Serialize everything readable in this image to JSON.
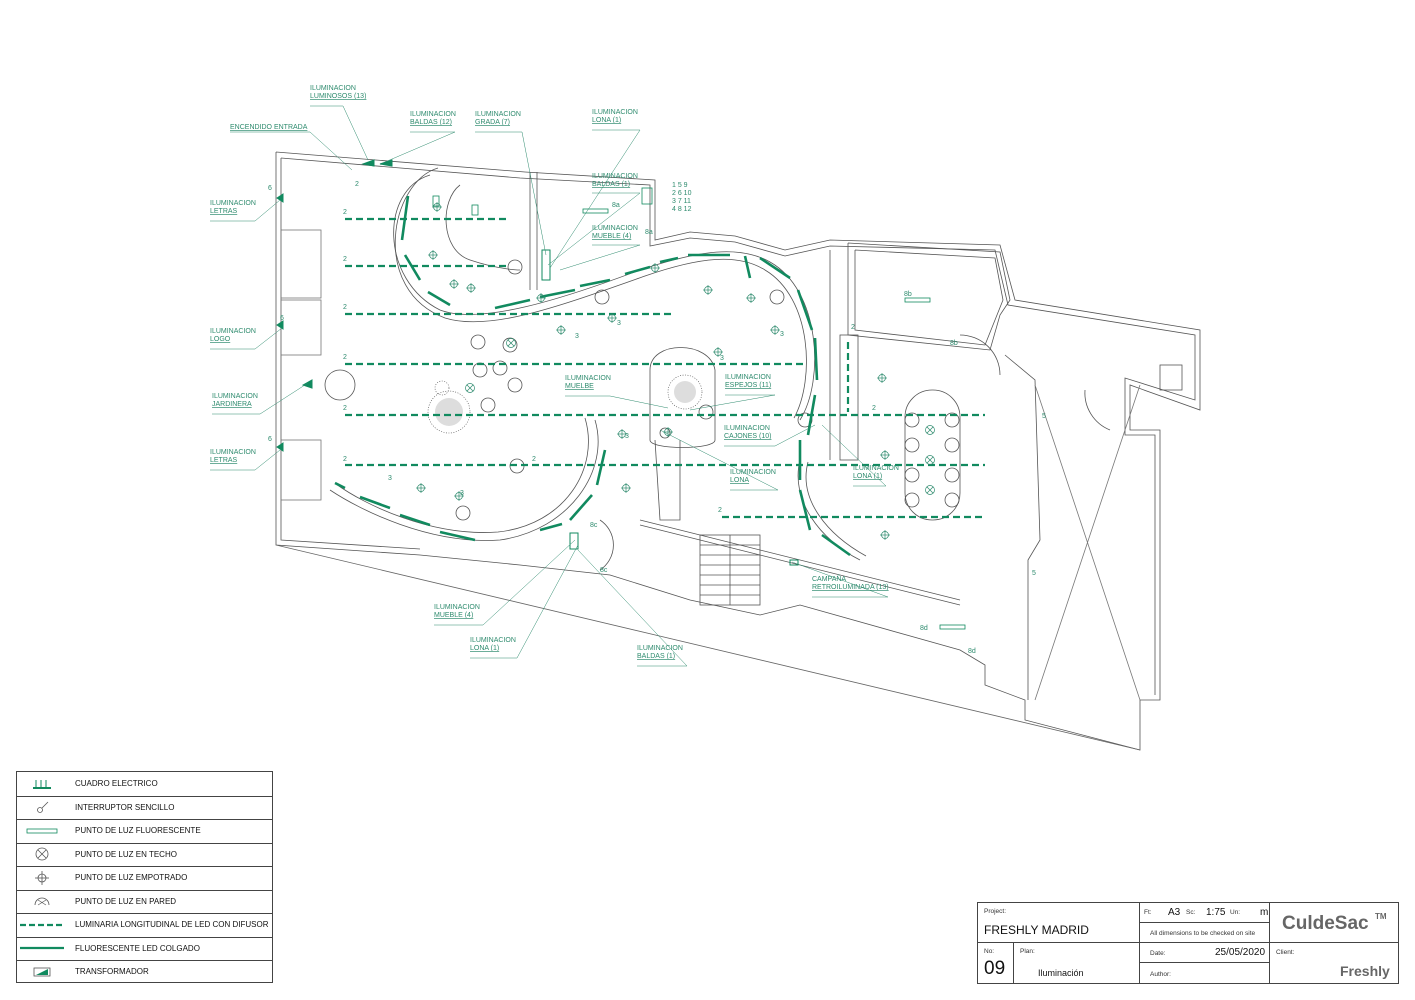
{
  "plan": {
    "colors": {
      "green": "#118a5f",
      "label": "#2e8b6e",
      "wall": "#555555"
    },
    "labels": {
      "luminosos": [
        "ILUMINACION",
        "LUMINOSOS (13)"
      ],
      "encendido": [
        "ENCENDIDO ENTRADA"
      ],
      "baldas12": [
        "ILUMINACION",
        "BALDAS (12)"
      ],
      "grada": [
        "ILUMINACION",
        "GRADA (7)"
      ],
      "lona_top": [
        "ILUMINACION",
        "LONA (1)"
      ],
      "baldas1_top": [
        "ILUMINACION",
        "BALDAS (1)"
      ],
      "mueble4_top": [
        "ILUMINACION",
        "MUEBLE (4)"
      ],
      "letras_top": [
        "ILUMINACION",
        "LETRAS"
      ],
      "logo": [
        "ILUMINACION",
        "LOGO"
      ],
      "jardinera": [
        "ILUMINACION",
        "JARDINERA"
      ],
      "letras_bottom": [
        "ILUMINACION",
        "LETRAS"
      ],
      "muelbe": [
        "ILUMINACION",
        "MUELBE"
      ],
      "espejos": [
        "ILUMINACION",
        "ESPEJOS (11)"
      ],
      "cajones": [
        "ILUMINACION",
        "CAJONES (10)"
      ],
      "lona_mid": [
        "ILUMINACION",
        "LONA"
      ],
      "lona_right": [
        "ILUMINACION",
        "LONA (1)"
      ],
      "campana": [
        "CAMPAÑA",
        "RETROILUMINADA (13)"
      ],
      "mueble4_bottom": [
        "ILUMINACION",
        "MUEBLE (4)"
      ],
      "lona_bottom": [
        "ILUMINACION",
        "LONA (1)"
      ],
      "baldas1_bottom": [
        "ILUMINACION",
        "BALDAS (1)"
      ]
    },
    "circuit_list": [
      "1 5 9",
      "2 6 10",
      "3 7 11",
      "4 8 12"
    ],
    "marks": {
      "two": "2",
      "three": "3",
      "six": "6",
      "five": "5",
      "m8a": "8a",
      "m8b": "8b",
      "m8c": "8c",
      "m8d": "8d"
    }
  },
  "legend": [
    {
      "icon": "electric-panel-icon",
      "label": "CUADRO ELECTRICO"
    },
    {
      "icon": "single-switch-icon",
      "label": "INTERRUPTOR SENCILLO"
    },
    {
      "icon": "fluorescent-point-icon",
      "label": "PUNTO DE LUZ FLUORESCENTE"
    },
    {
      "icon": "ceiling-light-icon",
      "label": "PUNTO DE LUZ EN TECHO"
    },
    {
      "icon": "recessed-light-icon",
      "label": "PUNTO DE LUZ EMPOTRADO"
    },
    {
      "icon": "wall-light-icon",
      "label": "PUNTO DE LUZ EN PARED"
    },
    {
      "icon": "led-linear-diffuser-icon",
      "label": "LUMINARIA LONGITUDINAL DE LED CON DIFUSOR"
    },
    {
      "icon": "hanging-led-icon",
      "label": "FLUORESCENTE LED COLGADO"
    },
    {
      "icon": "transformer-icon",
      "label": "TRANSFORMADOR"
    }
  ],
  "titleblock": {
    "project_label": "Project:",
    "project_value": "FRESHLY MADRID",
    "no_label": "No:",
    "no_value": "09",
    "plan_label": "Plan:",
    "plan_value": "Iluminación",
    "ft_label": "Ft:",
    "ft_value": "A3",
    "sc_label": "Sc:",
    "sc_value": "1:75",
    "un_label": "Un:",
    "un_value": "m",
    "check_note": "All dimensions to be checked on site",
    "date_label": "Date:",
    "date_value": "25/05/2020",
    "author_label": "Author:",
    "brand": "CuldeSac",
    "brand_mark": "TM",
    "client_label": "Client:",
    "client_value": "Freshly"
  }
}
